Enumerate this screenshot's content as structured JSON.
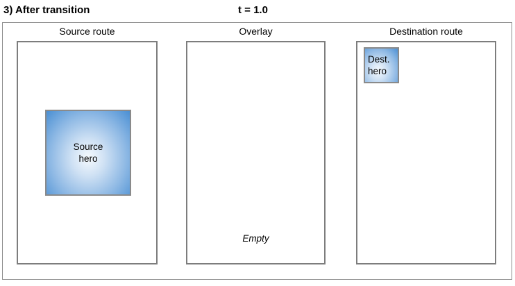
{
  "header": {
    "title": "3) After transition",
    "time_label": "t = 1.0"
  },
  "panels": {
    "source": {
      "label": "Source route",
      "hero": {
        "line1": "Source",
        "line2": "hero"
      }
    },
    "overlay": {
      "label": "Overlay",
      "empty_label": "Empty"
    },
    "destination": {
      "label": "Destination route",
      "hero": {
        "line1": "Dest.",
        "line2": "hero"
      }
    }
  },
  "colors": {
    "hero_gradient_center": "#f6fafe",
    "hero_gradient_edge": "#4a8fd3",
    "hero_border": "#8a8a8a",
    "panel_border": "#7d7d7d",
    "outer_frame_border": "#8c8c8c",
    "text": "#000000",
    "background": "#ffffff"
  }
}
